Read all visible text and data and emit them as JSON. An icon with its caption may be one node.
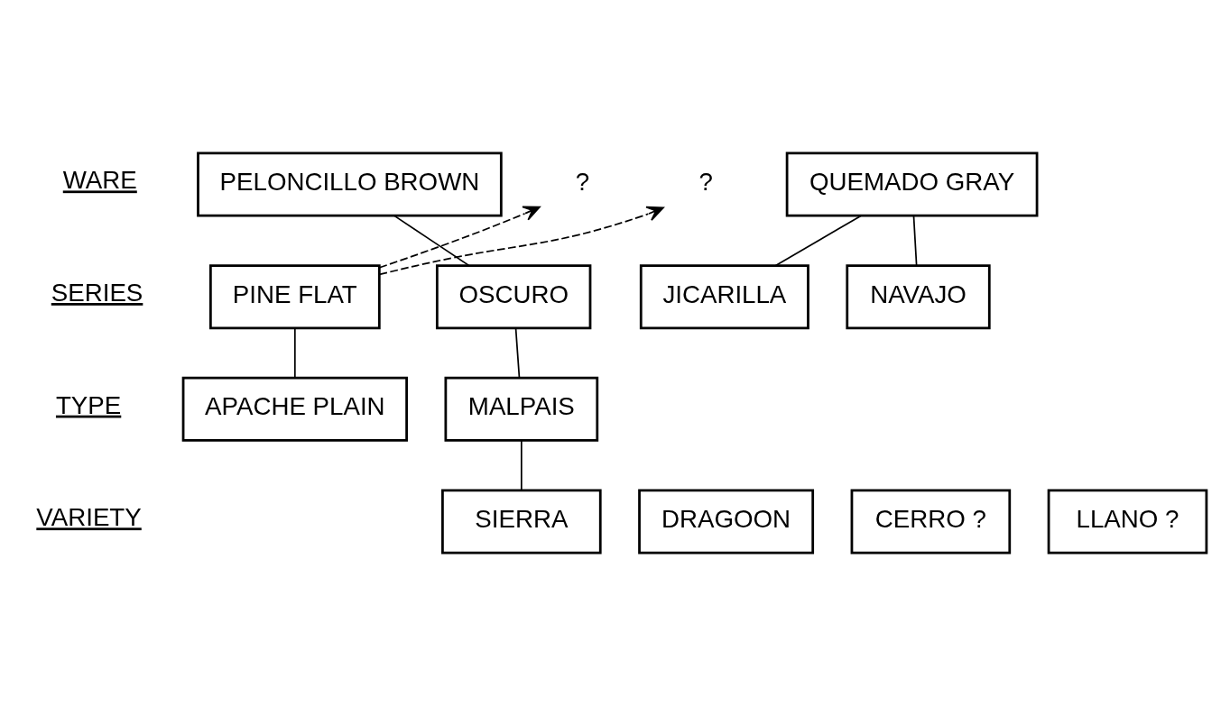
{
  "diagram": {
    "nodes": [
      {
        "text": [
          "PELONCILLO BROWN"
        ]
      },
      {
        "text": [
          "?"
        ]
      },
      {
        "text": [
          "?"
        ]
      },
      {
        "text": [
          "QUEMADO GRAY"
        ]
      },
      {
        "text": [
          "OSCURO"
        ]
      },
      {
        "text": [
          "PINE FLAT"
        ]
      },
      {
        "text": [
          "NAVAJO"
        ]
      },
      {
        "text": [
          "JICARILLA"
        ]
      },
      {
        "text": [
          "MALPAIS"
        ]
      },
      {
        "text": [
          "APACHE PLAIN"
        ]
      },
      {
        "text": [
          "SIERRA"
        ]
      },
      {
        "text": [
          "DRAGOON"
        ]
      },
      {
        "text": [
          "CERRO ?"
        ]
      },
      {
        "text": [
          "LLANO ?"
        ]
      }
    ],
    "edges": [
      {
        "from": 0,
        "to": 4,
        "arrow": "none"
      },
      {
        "from": 5,
        "to": 1,
        "arrow": "to",
        "style": "dashed"
      },
      {
        "from": 5,
        "to": 2,
        "arrow": "to",
        "style": "dashed"
      },
      {
        "from": 3,
        "to": 6,
        "arrow": "none"
      },
      {
        "from": 3,
        "to": 7,
        "arrow": "none"
      },
      {
        "from": 4,
        "to": 8,
        "arrow": "none"
      },
      {
        "from": 5,
        "to": 9,
        "arrow": "none"
      },
      {
        "from": 8,
        "to": 10,
        "arrow": "none"
      }
    ],
    "labels": [
      "WARE",
      "SERIES",
      "TYPE",
      "VARIETY"
    ]
  }
}
